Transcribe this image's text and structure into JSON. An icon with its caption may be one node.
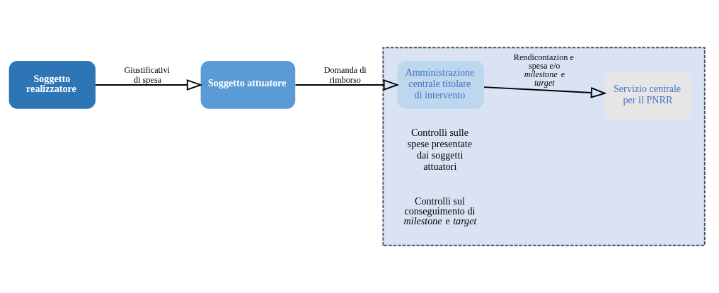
{
  "diagram": {
    "nodes": [
      {
        "text": [
          "Soggetto realizzatore"
        ]
      },
      {
        "text": [
          "Soggetto attuatore"
        ]
      },
      {
        "text": [],
        "shape": "box"
      },
      {
        "text": [
          "Amministrazione centrale titolare di intervento"
        ],
        "in": 2,
        "beside": [
          "Controlli sulle spese presentate dai soggetti attuatori",
          "Controlli sul conseguimento di *milestone* e *target*"
        ]
      },
      {
        "text": [
          "Servizio centrale per il PNRR"
        ],
        "in": 2
      }
    ],
    "edges": [
      {
        "from": 0,
        "to": 1,
        "arrow": "to",
        "label": "Giustificativi di spesa"
      },
      {
        "from": 1,
        "to": 3,
        "arrow": "to",
        "label": "Domanda di rimborso"
      },
      {
        "from": 3,
        "to": 4,
        "arrow": "to",
        "label": "Rendicontazion e spesa e/o *milestone* e *target*"
      }
    ]
  }
}
